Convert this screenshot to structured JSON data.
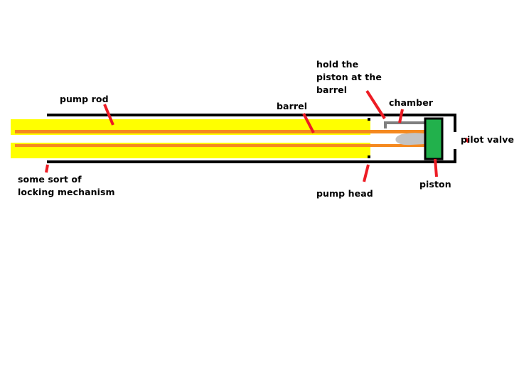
{
  "diagram": {
    "labels": {
      "pump_rod": "pump rod",
      "barrel": "barrel",
      "hold_piston": "hold the\npiston at the\nbarrel",
      "chamber": "chamber",
      "pilot_valve": "pilot valve",
      "locking_mechanism": "some sort of\nlocking mechanism",
      "pump_head": "pump head",
      "piston": "piston"
    },
    "colors": {
      "rod_fill": "#ffff00",
      "rod_stripe": "#f5891f",
      "barrel_wall": "#000000",
      "piston": "#22b14c",
      "leader_line": "#ed1c24",
      "hold_bar": "#7f7f7f",
      "chamber_blob": "#c3c3c3"
    }
  }
}
